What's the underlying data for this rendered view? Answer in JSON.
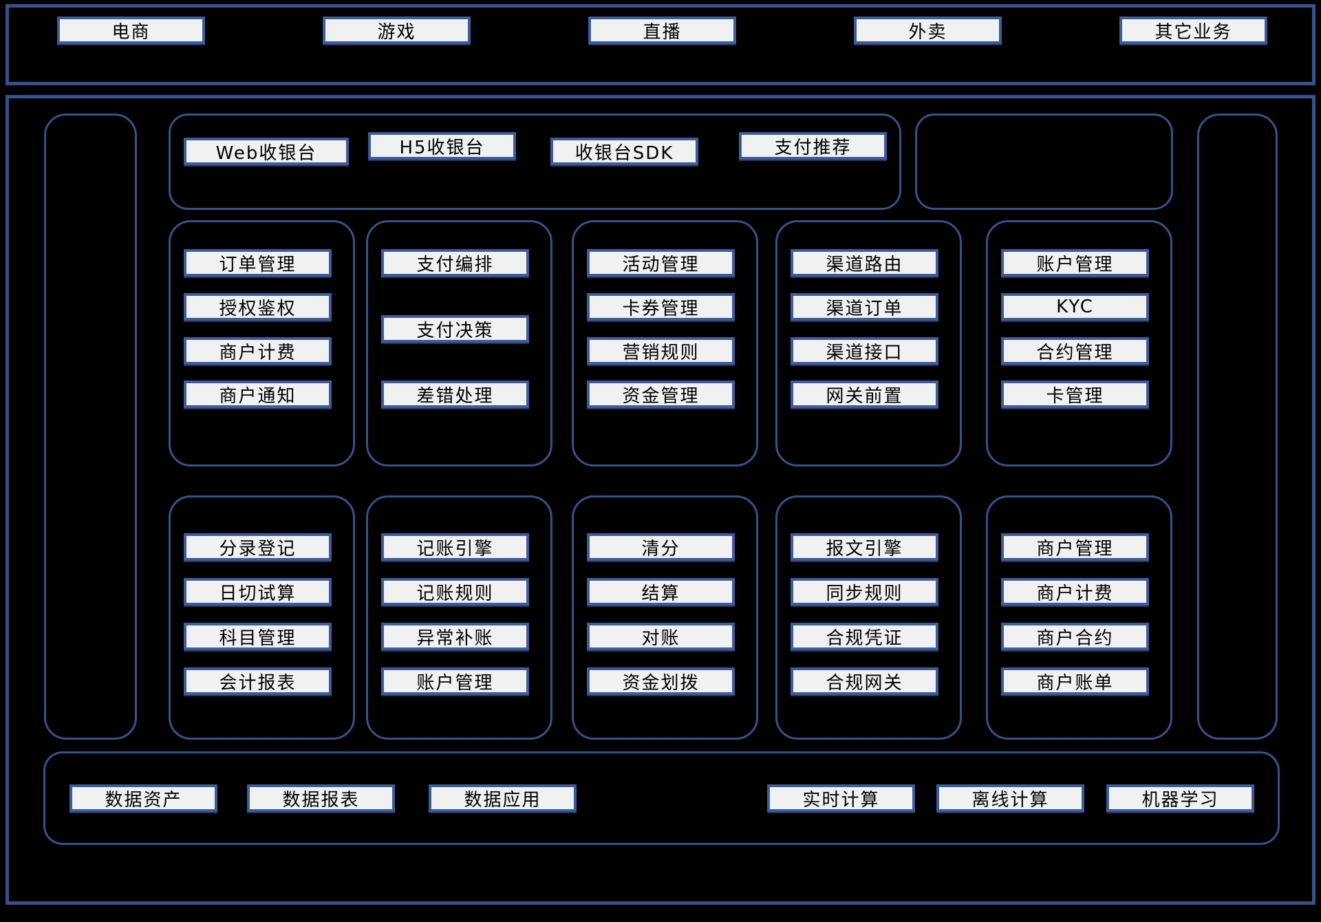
{
  "colors": {
    "background": "#000000",
    "container_border": "#34538c",
    "chip_border": "#3d5c9c",
    "chip_fill": "#f1f1f1",
    "chip_text": "#000000"
  },
  "business_layer": {
    "items": [
      "电商",
      "游戏",
      "直播",
      "外卖",
      "其它业务"
    ]
  },
  "checkout_panel": {
    "items": [
      "Web收银台",
      "H5收银台",
      "收银台SDK",
      "支付推荐"
    ]
  },
  "row1": {
    "columns": [
      {
        "items": [
          "订单管理",
          "授权鉴权",
          "商户计费",
          "商户通知"
        ]
      },
      {
        "items": [
          "支付编排",
          "支付决策",
          "差错处理"
        ]
      },
      {
        "items": [
          "活动管理",
          "卡券管理",
          "营销规则",
          "资金管理"
        ]
      },
      {
        "items": [
          "渠道路由",
          "渠道订单",
          "渠道接口",
          "网关前置"
        ]
      },
      {
        "items": [
          "账户管理",
          "KYC",
          "合约管理",
          "卡管理"
        ]
      }
    ]
  },
  "row2": {
    "columns": [
      {
        "items": [
          "分录登记",
          "日切试算",
          "科目管理",
          "会计报表"
        ]
      },
      {
        "items": [
          "记账引擎",
          "记账规则",
          "异常补账",
          "账户管理"
        ]
      },
      {
        "items": [
          "清分",
          "结算",
          "对账",
          "资金划拨"
        ]
      },
      {
        "items": [
          "报文引擎",
          "同步规则",
          "合规凭证",
          "合规网关"
        ]
      },
      {
        "items": [
          "商户管理",
          "商户计费",
          "商户合约",
          "商户账单"
        ]
      }
    ]
  },
  "data_layer": {
    "left_items": [
      "数据资产",
      "数据报表",
      "数据应用"
    ],
    "right_items": [
      "实时计算",
      "离线计算",
      "机器学习"
    ]
  }
}
